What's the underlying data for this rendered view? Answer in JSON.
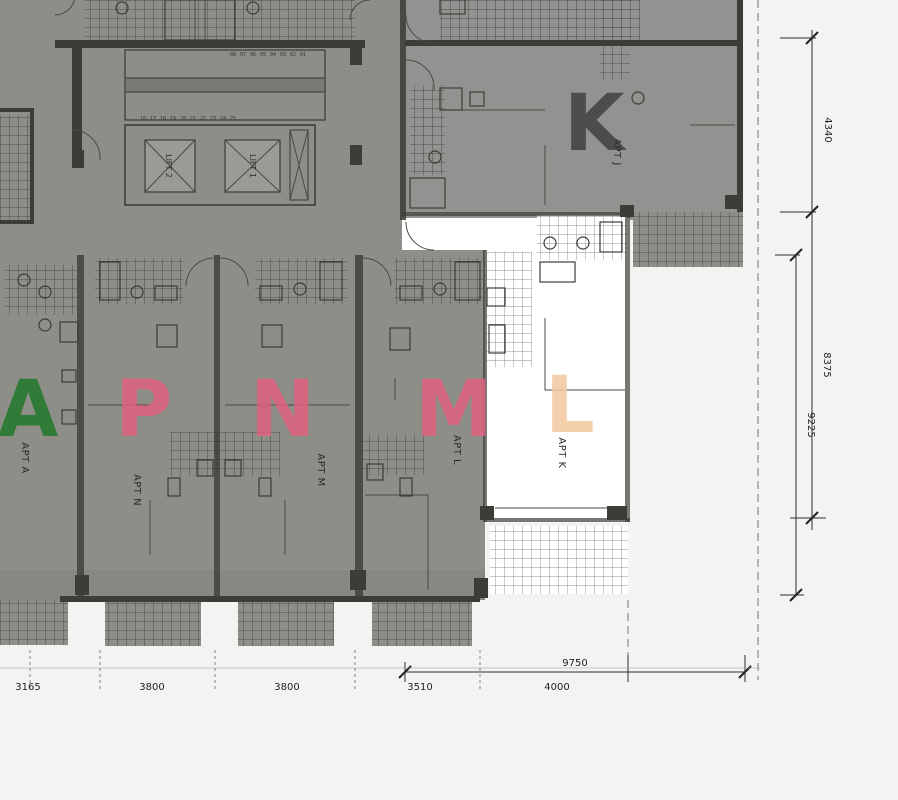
{
  "units": [
    {
      "id": "apt-a",
      "letter": "A",
      "label": "APT A",
      "color": "#2a7a33"
    },
    {
      "id": "apt-p",
      "letter": "P",
      "label": "APT N",
      "color": "#e0607f"
    },
    {
      "id": "apt-n",
      "letter": "N",
      "label": "APT M",
      "color": "#e0607f"
    },
    {
      "id": "apt-m",
      "letter": "M",
      "label": "APT L",
      "color": "#e0607f"
    },
    {
      "id": "apt-l",
      "letter": "L",
      "label": "APT K",
      "color": "#f2c79e"
    },
    {
      "id": "apt-k",
      "letter": "K",
      "label": "APT J",
      "color": "#3f3f3f"
    }
  ],
  "lifts": {
    "lift_1": "LIFT 1",
    "lift_2": "LIFT 2"
  },
  "stair_numbers": {
    "top_row": [
      "08",
      "07",
      "06",
      "05",
      "04",
      "03",
      "02",
      "01"
    ],
    "bottom_row": [
      "16",
      "17",
      "18",
      "19",
      "20",
      "21",
      "22",
      "23",
      "24",
      "25"
    ]
  },
  "dimensions": {
    "vertical_right": [
      "4340",
      "8375",
      "9225"
    ],
    "bottom": [
      "3165",
      "3800",
      "3800",
      "3510",
      "9750",
      "4000"
    ]
  },
  "colors": {
    "plan_fill": "#8e8e88",
    "corridor_fill": "#9a9a94",
    "apt_k_fill": "#ffffff",
    "paper": "#f4f3f1"
  }
}
